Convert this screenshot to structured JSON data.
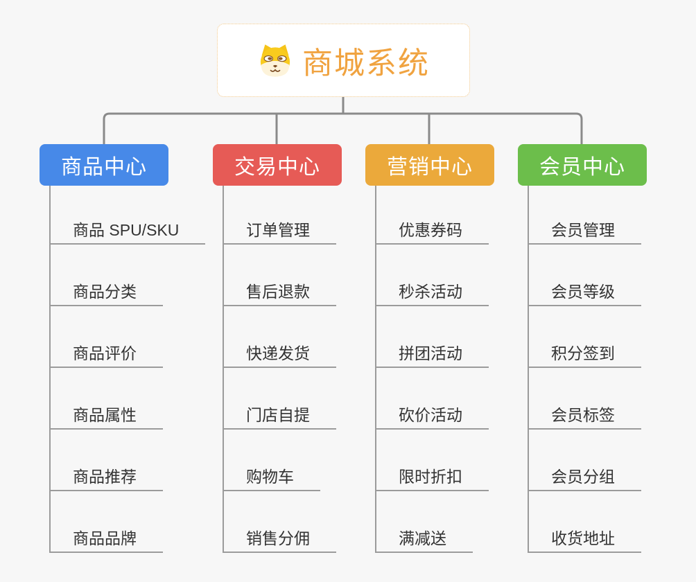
{
  "root": {
    "title": "商城系统",
    "icon": "dog-face-icon",
    "title_color": "#f0a340",
    "border_color": "#f2c788"
  },
  "branches": [
    {
      "label": "商品中心",
      "color": "#4789e8",
      "items": [
        "商品 SPU/SKU",
        "商品分类",
        "商品评价",
        "商品属性",
        "商品推荐",
        "商品品牌"
      ]
    },
    {
      "label": "交易中心",
      "color": "#e65b56",
      "items": [
        "订单管理",
        "售后退款",
        "快递发货",
        "门店自提",
        "购物车",
        "销售分佣"
      ]
    },
    {
      "label": "营销中心",
      "color": "#eba93b",
      "items": [
        "优惠券码",
        "秒杀活动",
        "拼团活动",
        "砍价活动",
        "限时折扣",
        "满减送"
      ]
    },
    {
      "label": "会员中心",
      "color": "#6cbe4b",
      "items": [
        "会员管理",
        "会员等级",
        "积分签到",
        "会员标签",
        "会员分组",
        "收货地址"
      ]
    }
  ],
  "colors": {
    "background": "#f7f7f7",
    "connector": "#8a8a8a",
    "subtopic_line": "#9b9b9b",
    "subtopic_text": "#333333"
  }
}
